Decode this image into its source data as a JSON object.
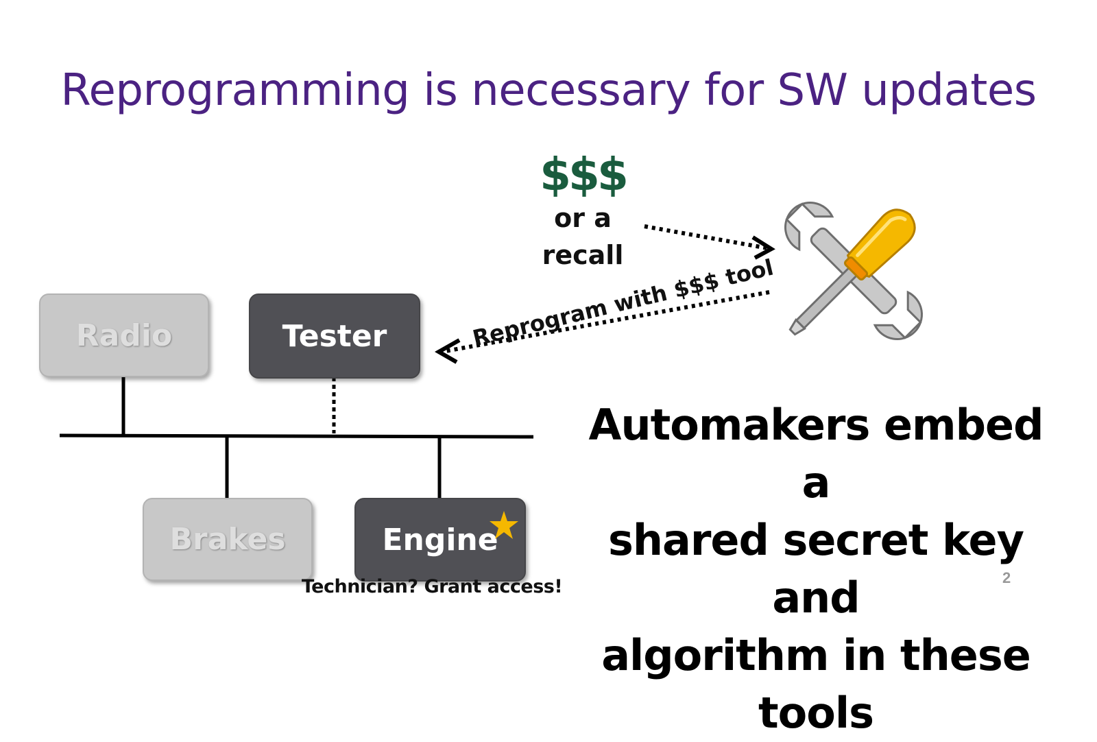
{
  "slide": {
    "title": "Reprogramming is necessary for SW updates",
    "page_number": "2"
  },
  "cost": {
    "money": "$$$",
    "line1": "or a",
    "line2": "recall"
  },
  "reprogram_label": "Reprogram with $$$ tool",
  "ecus": {
    "radio": "Radio",
    "tester": "Tester",
    "brakes": "Brakes",
    "engine": "Engine"
  },
  "claim": {
    "line1": "Automakers embed a",
    "line2": "shared secret key and",
    "line3": "algorithm in these tools"
  },
  "technician_caption": "Technician? Grant access!",
  "icons": {
    "tools": "screwdriver-wrench-icon",
    "star": "star-icon"
  },
  "colors": {
    "title": "#4b2282",
    "money": "#1a5c3e",
    "active_ecu": "#505055",
    "inactive_ecu": "#c8c8c8",
    "star": "#f5b800"
  }
}
